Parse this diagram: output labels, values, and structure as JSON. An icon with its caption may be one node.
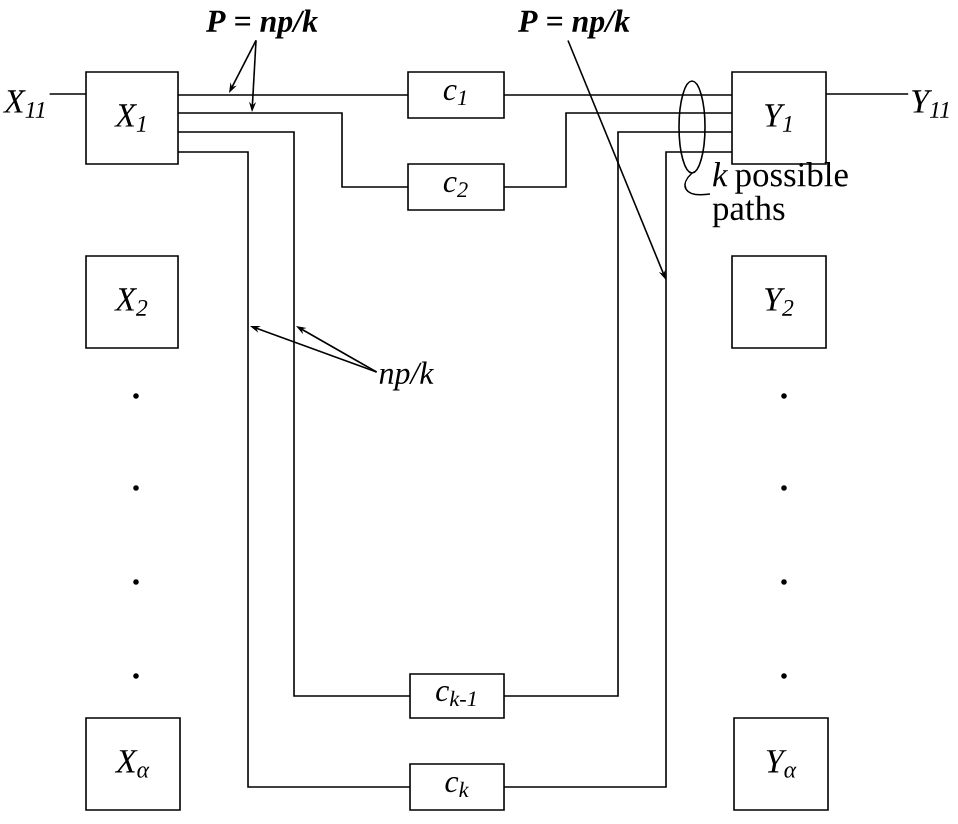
{
  "diagram": {
    "nodes": [
      {
        "text": [
          "P = np/k"
        ]
      },
      {
        "text": [
          "P = np/k"
        ]
      },
      {
        "text": [
          "X$_{11}$"
        ]
      },
      {
        "text": [
          "X$_{1}$"
        ]
      },
      {
        "text": [
          "c$_{1}$"
        ]
      },
      {
        "text": [],
        "shape": "ellipse"
      },
      {
        "text": [
          "Y$_{1}$"
        ]
      },
      {
        "text": [
          "Y$_{11}$"
        ]
      },
      {
        "text": [
          "c$_{2}$"
        ]
      },
      {
        "text": [
          "*k* possible paths"
        ]
      },
      {
        "text": [
          "X$_{2}$"
        ]
      },
      {
        "text": [
          "Y$_{2}$"
        ]
      },
      {
        "text": [
          "np/k"
        ]
      },
      {
        "text": [
          "c$_{k-1}$"
        ]
      },
      {
        "text": [
          "X$_{α}$"
        ]
      },
      {
        "text": [
          "c$_{k}$"
        ]
      },
      {
        "text": [
          "Y$_{α}$"
        ]
      }
    ],
    "edges": [
      {
        "from": 2,
        "to": 3,
        "arrow": "none"
      },
      {
        "from": 3,
        "to": 4,
        "arrow": "none"
      },
      {
        "from": 4,
        "to": 6,
        "arrow": "none"
      },
      {
        "from": 6,
        "to": 7,
        "arrow": "none"
      },
      {
        "from": 3,
        "to": 8,
        "arrow": "none"
      },
      {
        "from": 8,
        "to": 6,
        "arrow": "none"
      },
      {
        "from": 3,
        "to": 13,
        "arrow": "none"
      },
      {
        "from": 13,
        "to": 6,
        "arrow": "none"
      },
      {
        "from": 3,
        "to": 15,
        "arrow": "none"
      },
      {
        "from": 15,
        "to": 6,
        "arrow": "none"
      },
      {
        "from": 0,
        "to": null,
        "arrow": "to"
      },
      {
        "from": 0,
        "to": null,
        "arrow": "to"
      },
      {
        "from": 1,
        "to": null,
        "arrow": "to"
      },
      {
        "from": 9,
        "to": 5,
        "arrow": "none"
      },
      {
        "from": 12,
        "to": null,
        "arrow": "to"
      },
      {
        "from": 12,
        "to": null,
        "arrow": "to"
      }
    ]
  }
}
